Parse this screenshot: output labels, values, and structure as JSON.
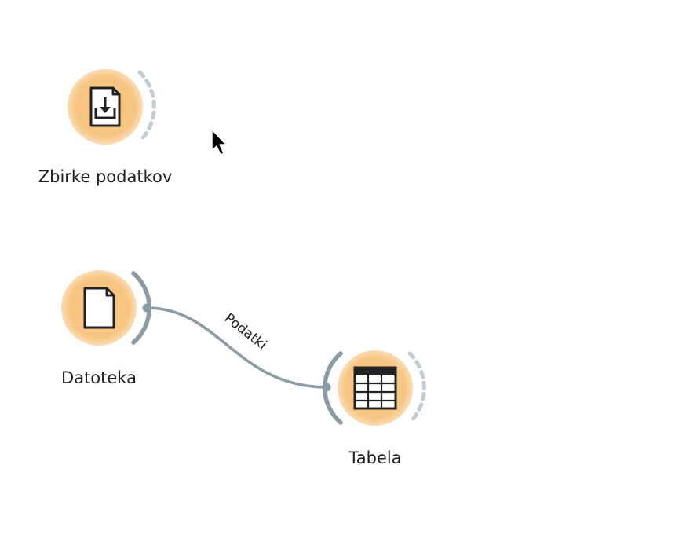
{
  "workflow": {
    "nodes": [
      {
        "id": "datasets",
        "label": "Zbirke podatkov",
        "icon": "download-document-icon",
        "input_connected": false,
        "output_connected": false
      },
      {
        "id": "file",
        "label": "Datoteka",
        "icon": "document-icon",
        "input_connected": false,
        "output_connected": true
      },
      {
        "id": "table",
        "label": "Tabela",
        "icon": "table-icon",
        "input_connected": true,
        "output_connected": false
      }
    ],
    "links": [
      {
        "from": "file",
        "to": "table",
        "label": "Podatki"
      }
    ]
  },
  "colors": {
    "node_fill": "#f7c47f",
    "node_glow": "#fbe1bd",
    "link": "#8b9ba6",
    "unconnected_port": "#c3ccd3",
    "label_text": "#202020"
  },
  "cursor": "arrow-cursor-icon"
}
